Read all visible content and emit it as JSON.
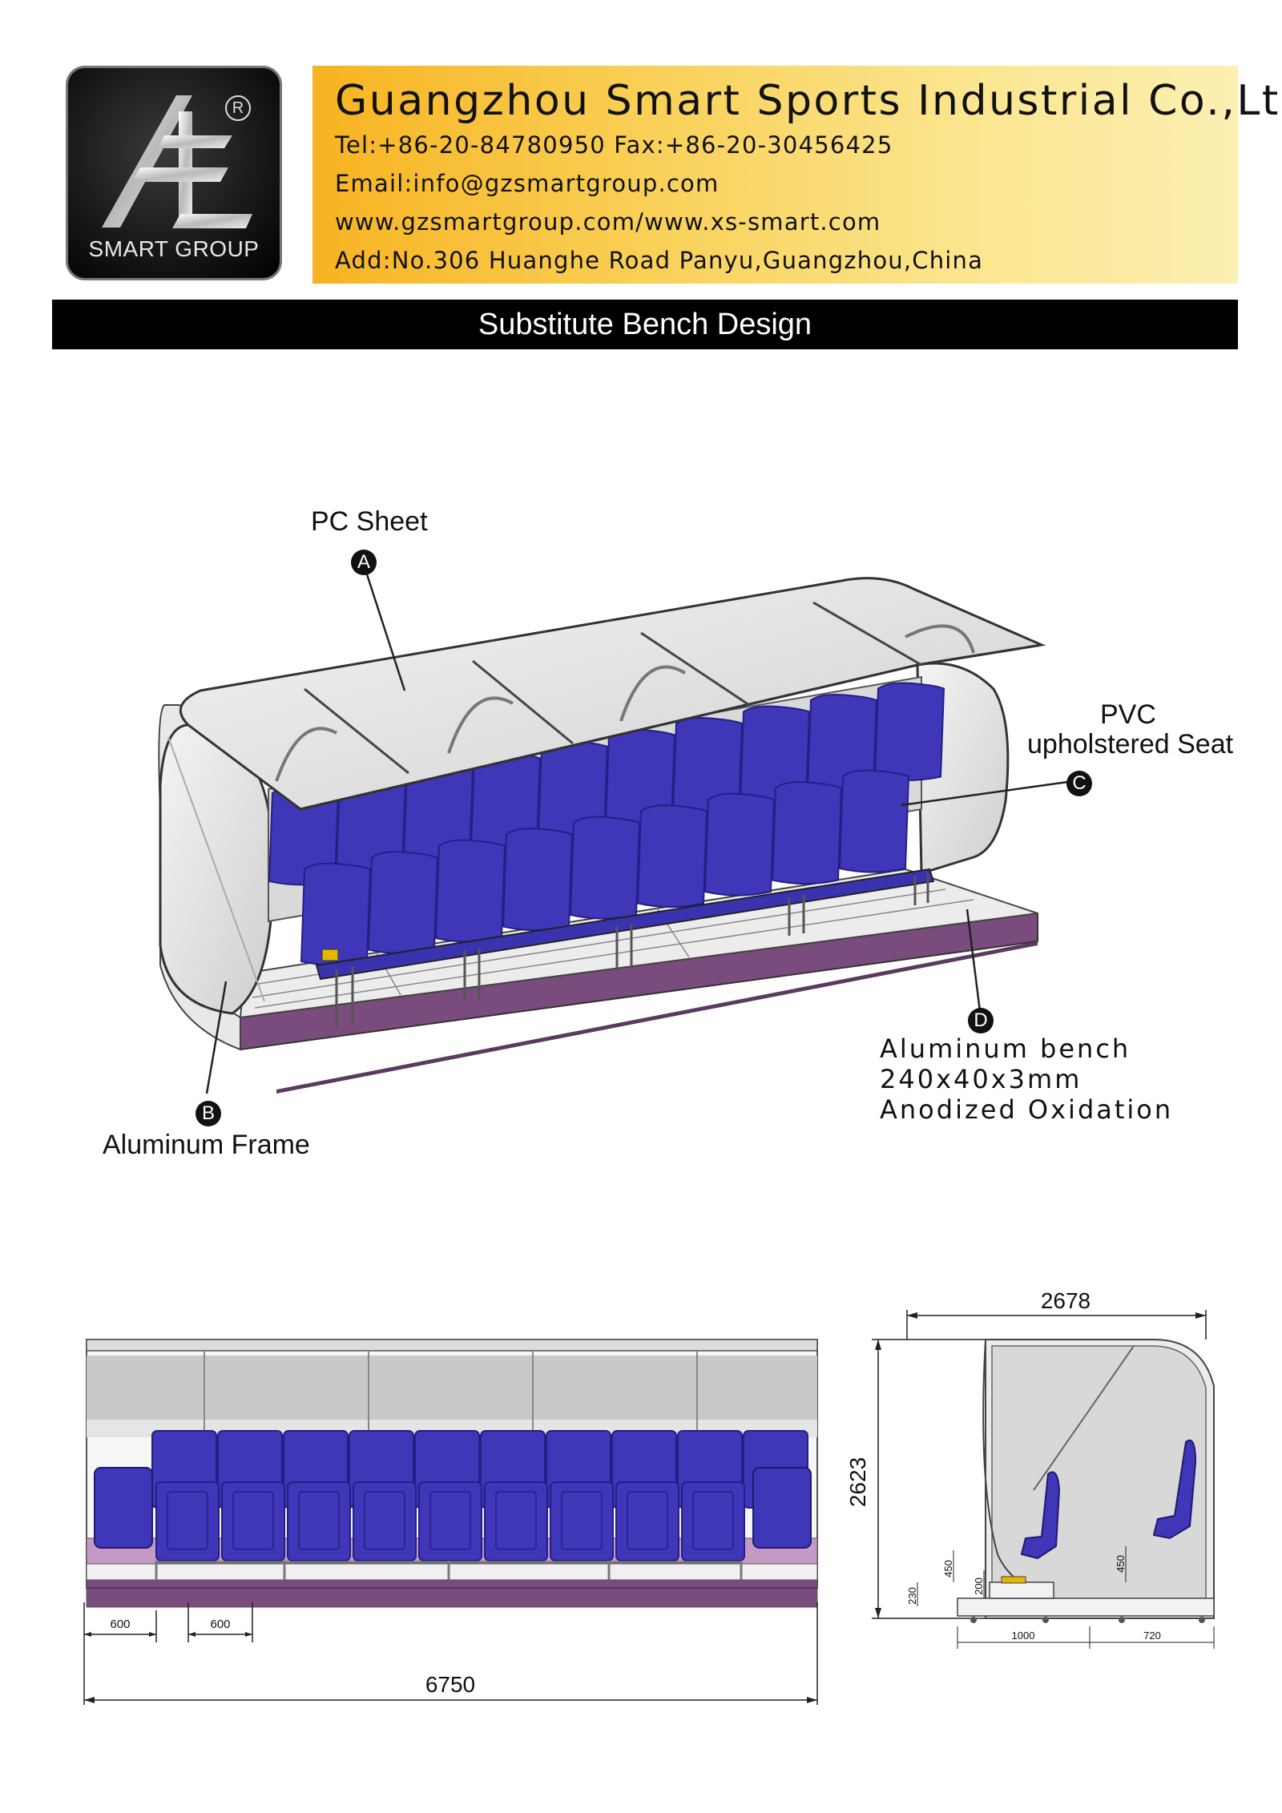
{
  "logo": {
    "registered_mark": "R",
    "caption": "SMART GROUP"
  },
  "company": {
    "name": "Guangzhou Smart Sports Industrial Co.,Ltd",
    "tel_fax": "Tel:+86-20-84780950 Fax:+86-20-30456425",
    "email": "Email:info@gzsmartgroup.com",
    "website": "www.gzsmartgroup.com/www.xs-smart.com",
    "address": "Add:No.306 Huanghe Road Panyu,Guangzhou,China"
  },
  "title": "Substitute Bench Design",
  "callouts": {
    "a": {
      "letter": "A",
      "text": "PC Sheet"
    },
    "b": {
      "letter": "B",
      "text": "Aluminum Frame"
    },
    "c": {
      "letter": "C",
      "line1": "PVC",
      "line2": "upholstered Seat"
    },
    "d": {
      "letter": "D",
      "line1": "Aluminum bench",
      "line2": "240x40x3mm",
      "line3": "Anodized Oxidation"
    }
  },
  "front_view": {
    "dim_total": "6750",
    "dim_seat_1": "600",
    "dim_seat_2": "600"
  },
  "side_view": {
    "dim_width": "2678",
    "dim_height": "2623",
    "dim_seat_height_rear": "450",
    "dim_seat_height_front": "450",
    "dim_step": "200",
    "dim_base": "230",
    "dim_rear_depth": "1000",
    "dim_front_depth": "720"
  },
  "colors": {
    "seat_blue": "#3f37b8",
    "seat_dark": "#241f86",
    "platform_purple": "#6b3f73",
    "header_gold": "#f7b321"
  }
}
